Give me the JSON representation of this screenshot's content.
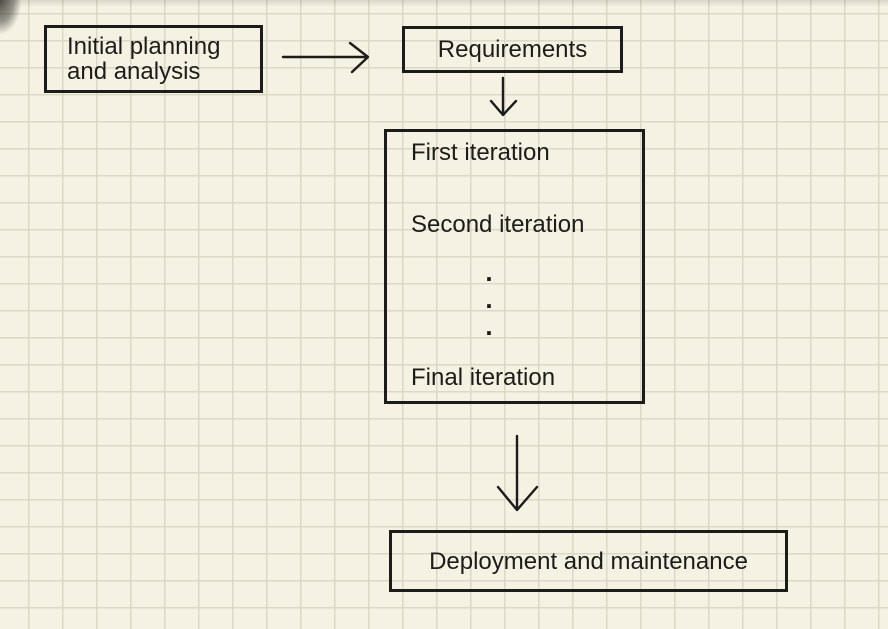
{
  "colors": {
    "paper": "#f5f2e3",
    "grid": "#dcd8c6",
    "ink": "#1d1c1a"
  },
  "diagram": {
    "nodes": {
      "initial": {
        "label": "Initial planning\nand analysis"
      },
      "requirements": {
        "label": "Requirements"
      },
      "iterations": {
        "first": "First iteration",
        "second": "Second iteration",
        "dots": [
          ".",
          ".",
          "."
        ],
        "final": "Final iteration"
      },
      "deployment": {
        "label": "Deployment and maintenance"
      }
    }
  }
}
